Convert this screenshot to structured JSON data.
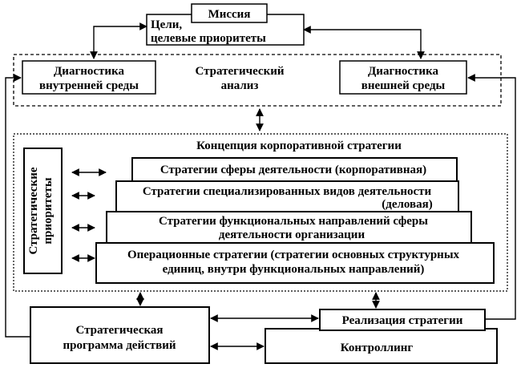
{
  "diagram": {
    "goals": {
      "line1": "Цели,",
      "line2": "целевые приоритеты"
    },
    "mission": "Миссия",
    "internal_diag": {
      "line1": "Диагностика",
      "line2": "внутренней среды"
    },
    "strategic_analysis": {
      "line1": "Стратегический",
      "line2": "анализ"
    },
    "external_diag": {
      "line1": "Диагностика",
      "line2": "внешней среды"
    },
    "corporate_concept": "Концепция корпоративной стратегии",
    "strategic_priorities": {
      "line1": "Стратегические",
      "line2": "приоритеты"
    },
    "level1": {
      "line1": "Стратегии сферы деятельности (корпоративная)"
    },
    "level2": {
      "line1": "Стратегии специализированных видов деятельности",
      "line2": "(деловая)"
    },
    "level3": {
      "line1": "Стратегии функциональных направлений сферы",
      "line2": "деятельности организации"
    },
    "level4": {
      "line1": "Операционные стратегии (стратегии основных структурных",
      "line2": "единиц, внутри функциональных направлений)"
    },
    "action_program": {
      "line1": "Стратегическая",
      "line2": "программа действий"
    },
    "implementation": "Реализация стратегии",
    "controlling": "Контроллинг"
  }
}
